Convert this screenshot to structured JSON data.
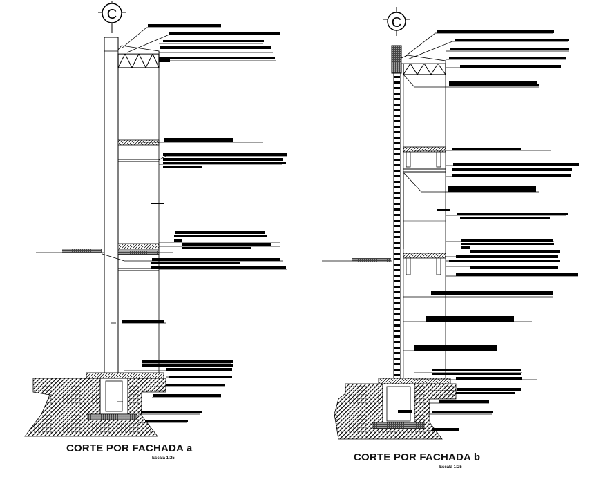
{
  "sections": [
    {
      "axis": "C",
      "title": "CORTE POR FACHADA a",
      "scale": "Escala 1:25"
    },
    {
      "axis": "C",
      "title": "CORTE POR FACHADA b",
      "scale": "Escala 1:25"
    }
  ],
  "colors": {
    "line": "#000000",
    "hatch": "#333333",
    "background": "#ffffff"
  }
}
